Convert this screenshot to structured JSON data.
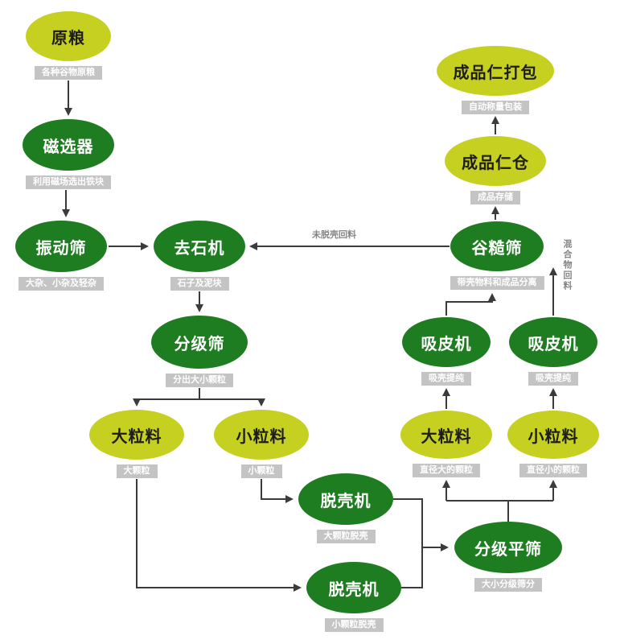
{
  "colors": {
    "node-yellow": "#c6d020",
    "node-green": "#1f7d21",
    "sublabel-bg": "#c4c4c4",
    "sublabel-text": "#ffffff",
    "arrow": "#3b3b3b",
    "edge-label-text": "#858585",
    "yellow-node-text": "#1d1d1d",
    "green-node-text": "#ffffff"
  },
  "nodes": [
    {
      "id": "raw-grain",
      "title": "原粮",
      "sublabel": "各种谷物原粮",
      "type": "yellow"
    },
    {
      "id": "magnetic-separator",
      "title": "磁选器",
      "sublabel": "利用磁场选出铁块",
      "type": "green"
    },
    {
      "id": "vibrating-screen",
      "title": "振动筛",
      "sublabel": "大杂、小杂及轻杂",
      "type": "green"
    },
    {
      "id": "destoner",
      "title": "去石机",
      "sublabel": "石子及泥块",
      "type": "green"
    },
    {
      "id": "grading-screen",
      "title": "分级筛",
      "sublabel": "分出大小颗粒",
      "type": "green"
    },
    {
      "id": "large-particles-left",
      "title": "大粒料",
      "sublabel": "大颗粒",
      "type": "yellow"
    },
    {
      "id": "small-particles-left",
      "title": "小粒料",
      "sublabel": "小颗粒",
      "type": "yellow"
    },
    {
      "id": "dehuller-large",
      "title": "脱壳机",
      "sublabel": "大颗粒脱壳",
      "type": "green"
    },
    {
      "id": "dehuller-small",
      "title": "脱壳机",
      "sublabel": "小颗粒脱壳",
      "type": "green"
    },
    {
      "id": "grading-flat-sieve",
      "title": "分级平筛",
      "sublabel": "大小分级筛分",
      "type": "green"
    },
    {
      "id": "large-particles-right",
      "title": "大粒料",
      "sublabel": "直径大的颗粒",
      "type": "yellow"
    },
    {
      "id": "small-particles-right",
      "title": "小粒料",
      "sublabel": "直径小的颗粒",
      "type": "yellow"
    },
    {
      "id": "husk-aspirator-left",
      "title": "吸皮机",
      "sublabel": "吸壳提纯",
      "type": "green"
    },
    {
      "id": "husk-aspirator-right",
      "title": "吸皮机",
      "sublabel": "吸壳提纯",
      "type": "green"
    },
    {
      "id": "paddy-separator",
      "title": "谷糙筛",
      "sublabel": "带壳物料和成品分离",
      "type": "green"
    },
    {
      "id": "finished-kernel-bin",
      "title": "成品仁仓",
      "sublabel": "成品存储",
      "type": "yellow"
    },
    {
      "id": "finished-kernel-packing",
      "title": "成品仁打包",
      "sublabel": "自动称量包装",
      "type": "yellow"
    }
  ],
  "edge_labels": {
    "unhulled_return": "未脱壳回料",
    "mixture_return": "混合物回料"
  }
}
